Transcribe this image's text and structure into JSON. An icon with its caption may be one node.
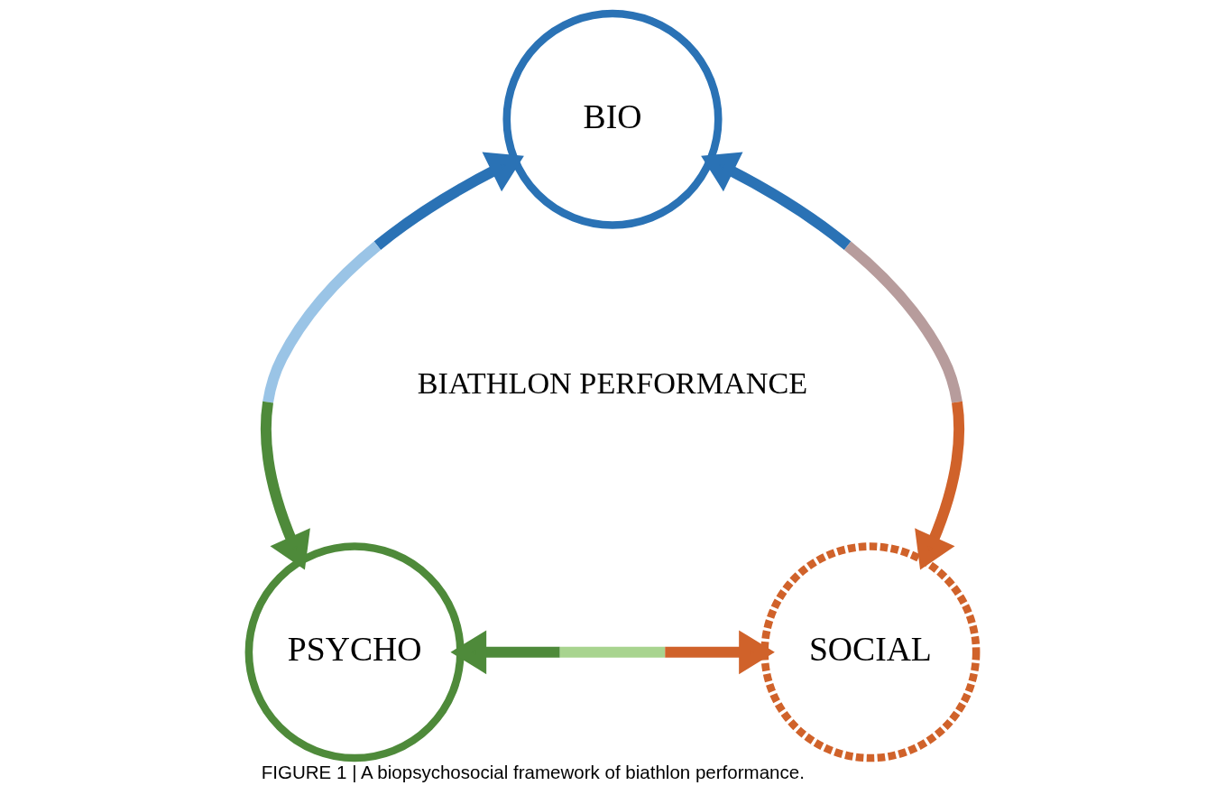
{
  "diagram": {
    "caption": "FIGURE 1 | A biopsychosocial framework of biathlon performance.",
    "nodes": [
      {
        "text": [
          "BIO"
        ]
      },
      {
        "text": [
          "PSYCHO"
        ]
      },
      {
        "text": [
          "SOCIAL"
        ]
      }
    ],
    "edges": [
      {
        "from": 0,
        "to": 1,
        "arrow": "both",
        "color": "#9ac4e6"
      },
      {
        "from": 0,
        "to": 2,
        "arrow": "both",
        "color": "#b79c9c"
      },
      {
        "from": 1,
        "to": 2,
        "arrow": "both",
        "color": "#a8d48f"
      }
    ],
    "labels": [
      "BIATHLON PERFORMANCE"
    ]
  }
}
